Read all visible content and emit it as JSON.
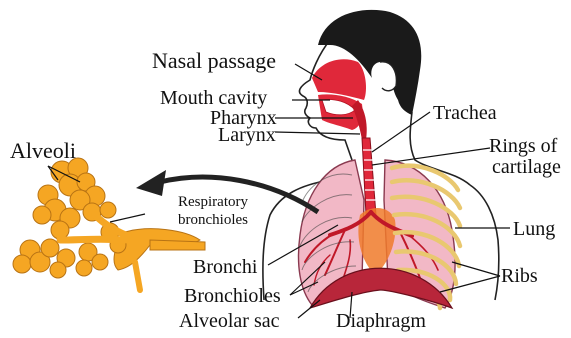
{
  "labels": {
    "nasal_passage": "Nasal passage",
    "mouth_cavity": "Mouth cavity",
    "pharynx": "Pharynx",
    "larynx": "Larynx",
    "trachea": "Trachea",
    "rings_line1": "Rings of",
    "rings_line2": "cartilage",
    "alveoli": "Alveoli",
    "respiratory_line1": "Respiratory",
    "respiratory_line2": "bronchioles",
    "lung": "Lung",
    "bronchi": "Bronchi",
    "ribs": "Ribs",
    "bronchioles": "Bronchioles",
    "alveolar_sac": "Alveolar sac",
    "diaphragm": "Diaphragm"
  },
  "colors": {
    "airway_red": "#e0283a",
    "lung_pink": "#f2b8c6",
    "rib_yellow": "#e9c870",
    "alveoli_orange": "#f5a623",
    "hair_black": "#1a1a1a",
    "diaphragm_orange": "#f07a2a"
  }
}
